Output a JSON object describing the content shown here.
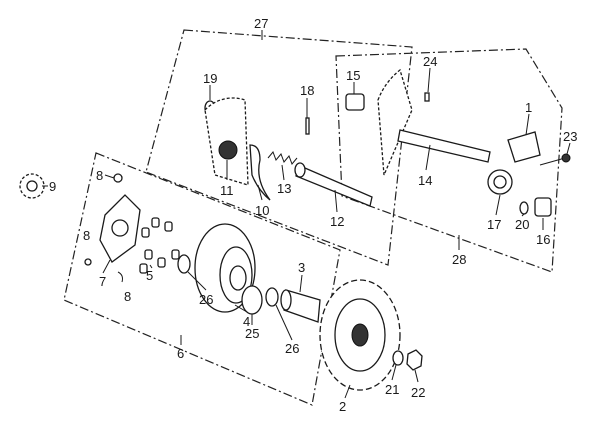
{
  "diagram": {
    "type": "exploded parts diagram",
    "callouts": [
      {
        "id": "27",
        "part": "group-27"
      },
      {
        "id": "19",
        "part": "washer"
      },
      {
        "id": "18",
        "part": "pin"
      },
      {
        "id": "11",
        "part": "gear"
      },
      {
        "id": "10",
        "part": "clip"
      },
      {
        "id": "13",
        "part": "spring"
      },
      {
        "id": "12",
        "part": "shaft"
      },
      {
        "id": "15",
        "part": "bushing"
      },
      {
        "id": "24",
        "part": "pin"
      },
      {
        "id": "1",
        "part": "bracket"
      },
      {
        "id": "23",
        "part": "bolt"
      },
      {
        "id": "14",
        "part": "kick-shaft"
      },
      {
        "id": "17",
        "part": "spring"
      },
      {
        "id": "20",
        "part": "washer"
      },
      {
        "id": "16",
        "part": "bushing"
      },
      {
        "id": "28",
        "part": "group-28"
      },
      {
        "id": "9",
        "part": "gear"
      },
      {
        "id": "8",
        "part": "clip"
      },
      {
        "id": "8",
        "part": "clip"
      },
      {
        "id": "7",
        "part": "ramp-plate"
      },
      {
        "id": "8",
        "part": "clip"
      },
      {
        "id": "5",
        "part": "rollers"
      },
      {
        "id": "26",
        "part": "washer"
      },
      {
        "id": "4",
        "part": "pulley"
      },
      {
        "id": "3",
        "part": "sleeve"
      },
      {
        "id": "25",
        "part": "bushing"
      },
      {
        "id": "26",
        "part": "washer"
      },
      {
        "id": "6",
        "part": "group-6"
      },
      {
        "id": "2",
        "part": "fan"
      },
      {
        "id": "21",
        "part": "washer"
      },
      {
        "id": "22",
        "part": "nut"
      }
    ]
  }
}
